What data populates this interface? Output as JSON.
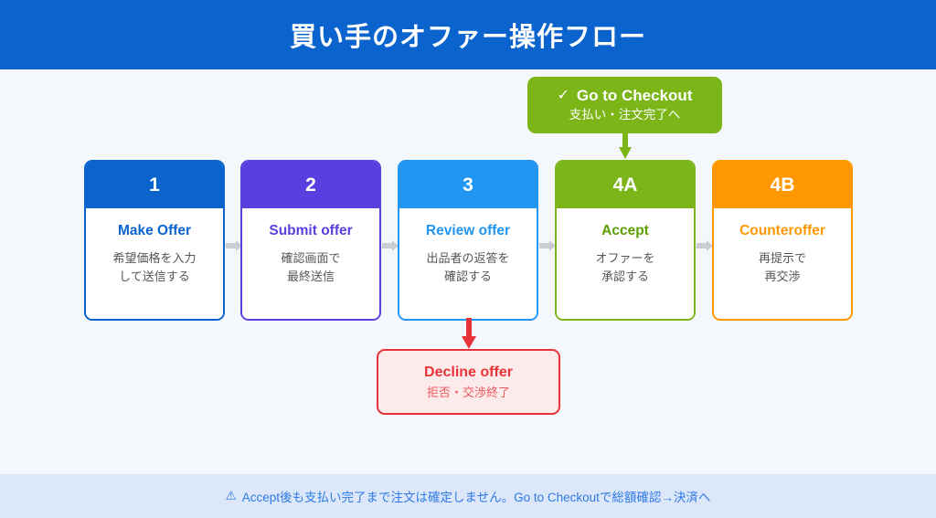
{
  "header": {
    "title": "買い手のオファー操作フロー",
    "bg_color": "#0b63ce"
  },
  "checkout_badge": {
    "check_icon": "✓",
    "title": "Go to Checkout",
    "subtitle": "支払い・注文完了へ",
    "color": "#7cb518"
  },
  "flow": {
    "cards": [
      {
        "step": "1",
        "title": "Make Offer",
        "desc_line1": "希望価格を入力",
        "desc_line2": "して送信する",
        "color": "#0b63ce"
      },
      {
        "step": "2",
        "title": "Submit offer",
        "desc_line1": "確認画面で",
        "desc_line2": "最終送信",
        "color": "#5b3ee0"
      },
      {
        "step": "3",
        "title": "Review offer",
        "desc_line1": "出品者の返答を",
        "desc_line2": "確認する",
        "color": "#2196f3"
      },
      {
        "step": "4A",
        "title": "Accept",
        "desc_line1": "オファーを",
        "desc_line2": "承認する",
        "color": "#7cb518"
      },
      {
        "step": "4B",
        "title": "Counteroffer",
        "desc_line1": "再提示で",
        "desc_line2": "再交渉",
        "color": "#ff9800"
      }
    ],
    "connector_color": "#c9ccd1"
  },
  "decline": {
    "title": "Decline offer",
    "subtitle": "拒否・交渉終了",
    "color": "#e8333a",
    "bg_color": "#fdeaea"
  },
  "footer": {
    "warning_icon": "⚠",
    "text": "Accept後も支払い完了まで注文は確定しません。Go to Checkoutで総額確認→決済へ",
    "color": "#2f7ae5",
    "bg_color": "#dce8fa"
  }
}
